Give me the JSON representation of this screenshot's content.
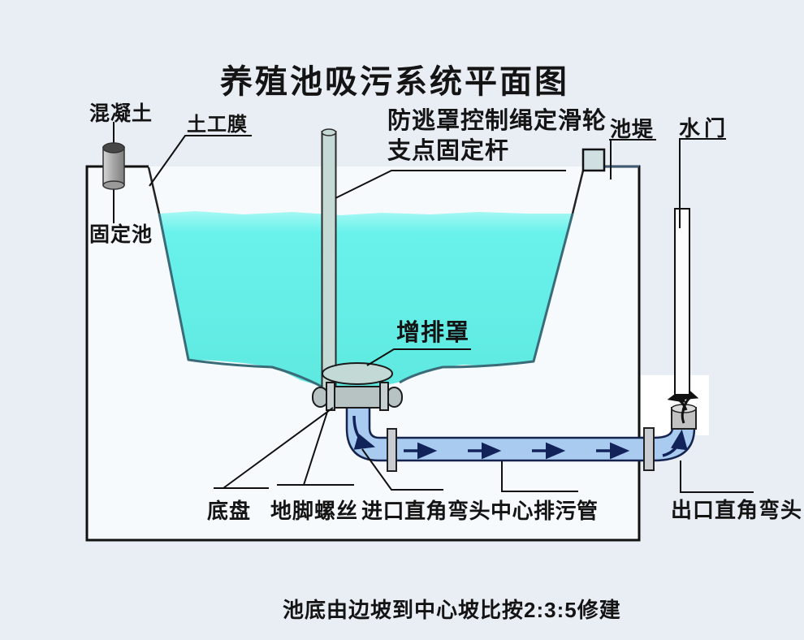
{
  "title": "养殖池吸污系统平面图",
  "note": "池底由边坡到中心坡比按2:3:5修建",
  "labels": {
    "concrete": "混凝土",
    "geomembrane": "土工膜",
    "fixed_pond": "固定池",
    "escape_cover_pulley": "防逃罩控制绳定滑轮",
    "fulcrum_rod": "支点固定杆",
    "pond_embankment": "池堤",
    "water_gate": "水门",
    "suction_cover": "增排罩",
    "base_plate": "底盘",
    "anchor_bolts": "地脚螺丝",
    "inlet_elbow_center_drain": "进口直角弯头中心排污管",
    "outlet_elbow": "出口直角弯头"
  },
  "colors": {
    "page_bg": "#e9eef5",
    "panel_bg": "#f6fafc",
    "water_top": "#a5f8f3",
    "water_mid": "#69f2ec",
    "water_bottom": "#5ee9e0",
    "pole_fill": "#c5dad5",
    "metal_gray": "#b7c2c3",
    "pipe_blue": "#a9cbf0",
    "pipe_outline": "#15234f",
    "flow_arrow": "#12235a",
    "line_black": "#111111",
    "underwater_line": "#3a6b78",
    "embankment_line": "#3d5a78",
    "concrete_dark": "#474747",
    "flange_gray": "#c9cdd2",
    "cap_gray": "#c2c2c2"
  }
}
